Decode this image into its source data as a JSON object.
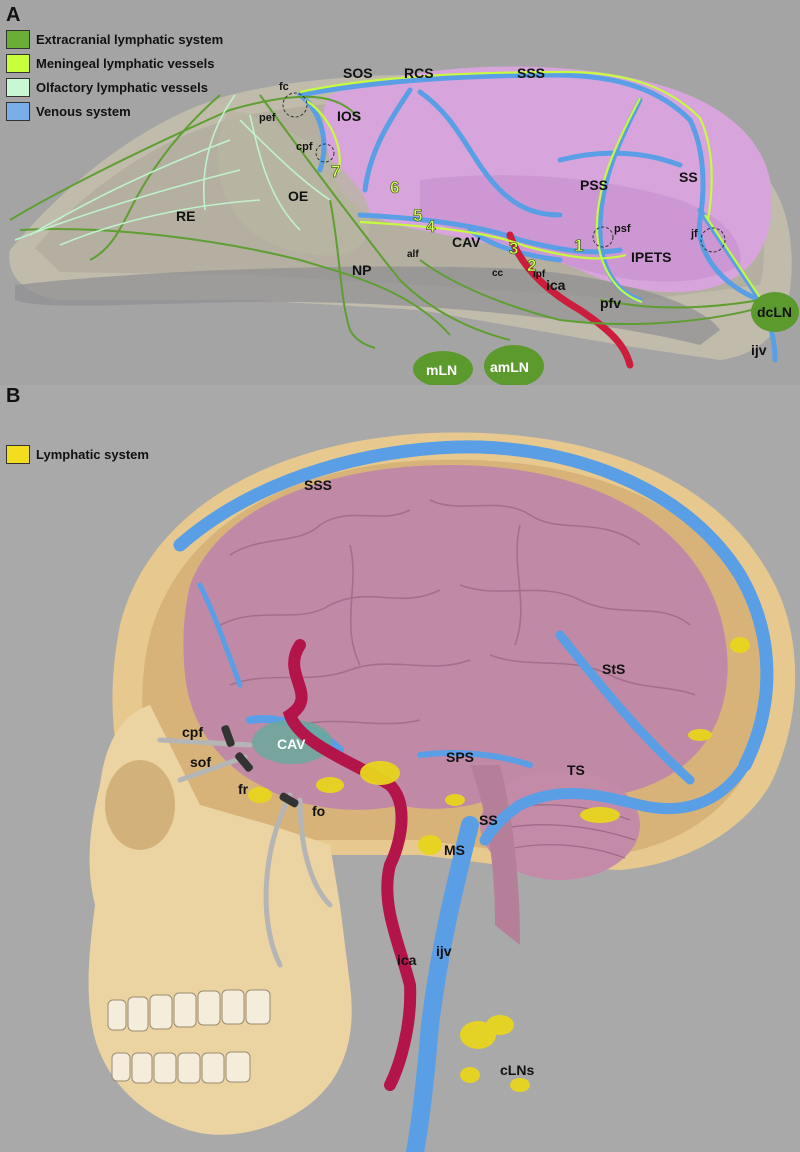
{
  "panel_a": {
    "letter": "A",
    "legend": [
      {
        "label": "Extracranial lymphatic system",
        "color": "#6aae35"
      },
      {
        "label": "Meningeal lymphatic vessels",
        "color": "#c8ff3a"
      },
      {
        "label": "Olfactory lymphatic vessels",
        "color": "#c8f7d3"
      },
      {
        "label": "Venous system",
        "color": "#79aee9"
      }
    ],
    "labels": {
      "sos": "SOS",
      "rcs": "RCS",
      "sss": "SSS",
      "ios": "IOS",
      "fc": "fc",
      "pef": "pef",
      "cpf": "cpf",
      "oe": "OE",
      "re": "RE",
      "np": "NP",
      "alf": "alf",
      "cav": "CAV",
      "cc": "cc",
      "ipf": "ipf",
      "pss": "PSS",
      "psf": "psf",
      "ipets": "IPETS",
      "ss": "SS",
      "jf": "jf",
      "ica": "ica",
      "pfv": "pfv",
      "dcln": "dcLN",
      "ijv": "ijv",
      "mln": "mLN",
      "amln": "amLN"
    },
    "numbers": {
      "n1": "1",
      "n2": "2",
      "n3": "3",
      "n4": "4",
      "n5": "5",
      "n6": "6",
      "n7": "7"
    }
  },
  "panel_b": {
    "letter": "B",
    "legend": [
      {
        "label": "Lymphatic system",
        "color": "#f2de1f"
      }
    ],
    "labels": {
      "sss": "SSS",
      "sts": "StS",
      "sps": "SPS",
      "ts": "TS",
      "ss": "SS",
      "ms": "MS",
      "cpf": "cpf",
      "sof": "sof",
      "fr": "fr",
      "fo": "fo",
      "cav": "CAV",
      "ica": "ica",
      "ijv": "ijv",
      "clns": "cLNs"
    }
  },
  "colors": {
    "vein": "#5a9ee6",
    "artery": "#cc1e3c",
    "lymph_dark": "#5f9e32",
    "lymph_meningeal": "#c8ff3a",
    "lymph_olfactory": "#bff2cc",
    "brain_a": "#d7a4dc",
    "brain_b": "#c08aa6",
    "bone": "#e7c98f",
    "node": "#5c9a2e",
    "lymph_yellow": "#e8d51d"
  }
}
